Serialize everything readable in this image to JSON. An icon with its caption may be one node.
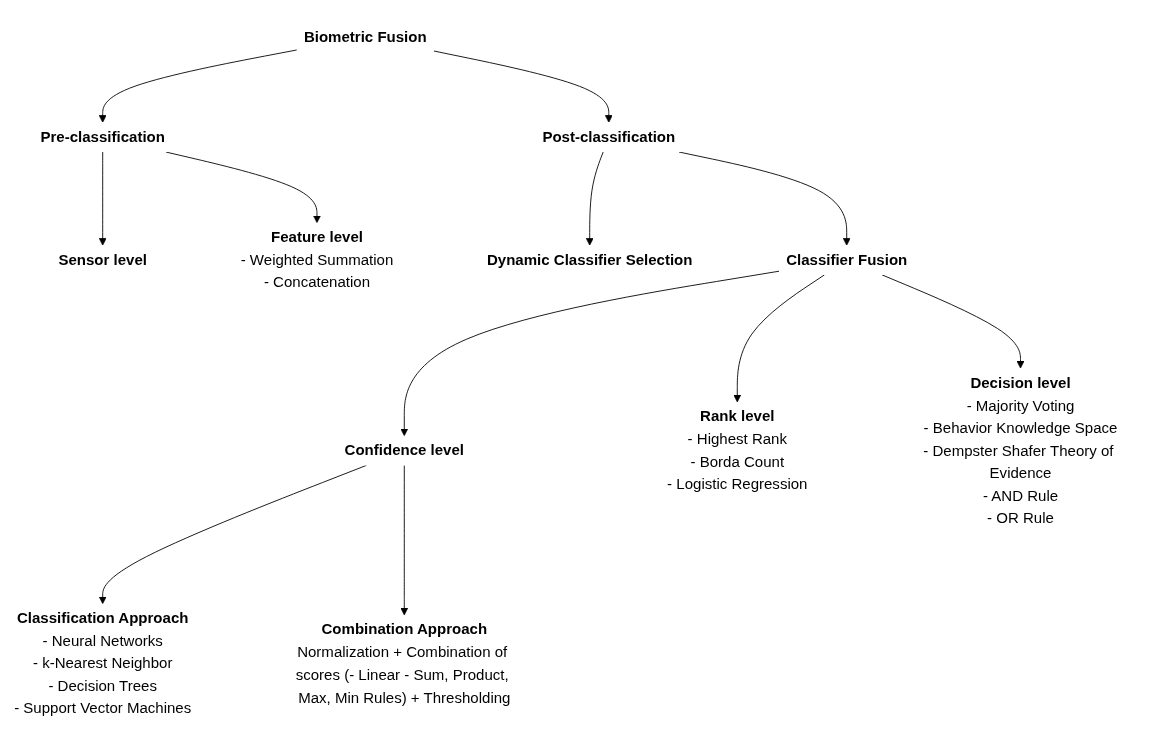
{
  "diagram": {
    "nodes": [
      {
        "text": [
          "Biometric Fusion"
        ]
      },
      {
        "text": [
          "Pre-classification"
        ]
      },
      {
        "text": [
          "Post-classification"
        ]
      },
      {
        "text": [
          "Sensor level"
        ]
      },
      {
        "text": [
          "Feature level",
          "- Weighted Summation",
          "- Concatenation"
        ]
      },
      {
        "text": [
          "Dynamic Classifier Selection"
        ]
      },
      {
        "text": [
          "Classifier Fusion"
        ]
      },
      {
        "text": [
          "Confidence level"
        ]
      },
      {
        "text": [
          "Rank level",
          "- Highest Rank",
          "- Borda Count",
          "- Logistic Regression"
        ]
      },
      {
        "text": [
          "Decision level",
          "- Majority Voting",
          "- Behavior Knowledge Space",
          "- Dempster Shafer Theory of Evidence",
          "- AND Rule",
          "- OR Rule"
        ]
      },
      {
        "text": [
          "Classification Approach",
          "- Neural Networks",
          "- k-Nearest Neighbor",
          "- Decision Trees",
          "- Support Vector Machines"
        ]
      },
      {
        "text": [
          "Combination Approach",
          "Normalization + Combination of scores (- Linear - Sum, Product, Max, Min Rules) + Thresholding"
        ]
      }
    ],
    "edges": [
      {
        "from": 0,
        "to": 1,
        "arrow": "to"
      },
      {
        "from": 0,
        "to": 2,
        "arrow": "to"
      },
      {
        "from": 1,
        "to": 3,
        "arrow": "to"
      },
      {
        "from": 1,
        "to": 4,
        "arrow": "to"
      },
      {
        "from": 2,
        "to": 5,
        "arrow": "to"
      },
      {
        "from": 2,
        "to": 6,
        "arrow": "to"
      },
      {
        "from": 6,
        "to": 7,
        "arrow": "to"
      },
      {
        "from": 6,
        "to": 8,
        "arrow": "to"
      },
      {
        "from": 6,
        "to": 9,
        "arrow": "to"
      },
      {
        "from": 7,
        "to": 10,
        "arrow": "to"
      },
      {
        "from": 7,
        "to": 11,
        "arrow": "to"
      }
    ]
  }
}
